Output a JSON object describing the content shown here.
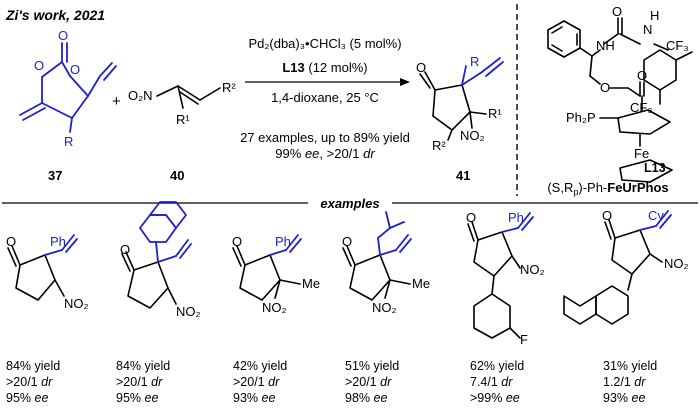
{
  "header": {
    "title": "Zi's work, 2021"
  },
  "reaction": {
    "catalyst": "Pd₂(dba)₃•CHCl₃ (5 mol%)",
    "ligand": "L13",
    "ligand_loading": " (12 mol%)",
    "conditions": "1,4-dioxane, 25 °C",
    "scope": "27 examples, up to 89% yield",
    "selectivity_ee": "99%",
    "selectivity_ee_unit": "ee",
    "selectivity_dr": ", >20/1",
    "selectivity_dr_unit": "dr",
    "reagents": [
      {
        "number": "37",
        "labels": {
          "substituent": "R",
          "ring_o1": "O",
          "ring_o2": "O",
          "ring_o3": "O"
        }
      },
      {
        "number": "40",
        "labels": {
          "nitro": "O₂N",
          "r2": "R²",
          "r1": "R¹"
        }
      }
    ],
    "plus": "+",
    "product": {
      "number": "41",
      "labels": {
        "ketone": "O",
        "r": "R",
        "r1": "R¹",
        "r2": "R²",
        "nitro": "NO₂"
      }
    }
  },
  "ligand_panel": {
    "name": "L13",
    "prefix": "(S,R",
    "prefix_sub": "p",
    "prefix_close": ")-Ph-",
    "bold_name": "FeUrPhos",
    "labels": {
      "o_urea": "O",
      "h1": "H",
      "n1": "N",
      "nh": "NH",
      "cf3_a": "CF₃",
      "cf3_b": "CF₃",
      "o_ester1": "O",
      "o_ester2": "O",
      "ph2p": "Ph₂P",
      "fe": "Fe"
    }
  },
  "examples_heading": "examples",
  "examples": [
    {
      "substituent": "Ph",
      "subst2": "",
      "yield": "84% yield",
      "dr": ">20/1",
      "ee": "95%"
    },
    {
      "substituent": "",
      "subst2": "",
      "yield": "84% yield",
      "dr": ">20/1",
      "ee": "95%"
    },
    {
      "substituent": "Ph",
      "subst2": "Me",
      "yield": "42% yield",
      "dr": ">20/1",
      "ee": "93%"
    },
    {
      "substituent": "",
      "subst2": "Me",
      "yield": "51% yield",
      "dr": ">20/1",
      "ee": "98%"
    },
    {
      "substituent": "Ph",
      "subst2": "F",
      "yield": "62% yield",
      "dr": "7.4/1",
      "ee": ">99%"
    },
    {
      "substituent": "Cy",
      "subst2": "",
      "yield": "31% yield",
      "dr": "1.2/1",
      "ee": "93%"
    }
  ],
  "units": {
    "dr": "dr",
    "ee": "ee"
  },
  "atom_labels": {
    "O": "O",
    "NO2": "NO₂",
    "Me": "Me"
  },
  "colors": {
    "highlight": "#1f1fcf",
    "ink": "#000000"
  }
}
